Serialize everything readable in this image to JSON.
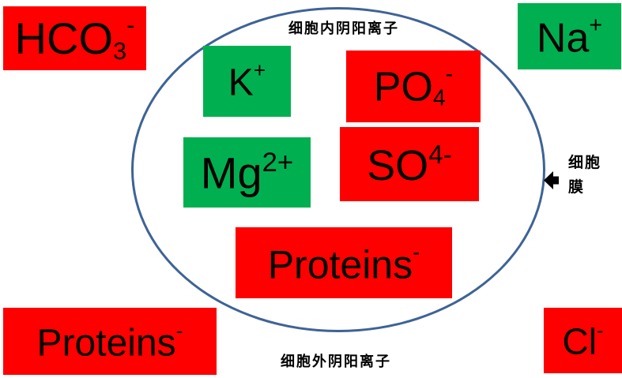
{
  "colors": {
    "anion_bg": "#FF0000",
    "cation_bg": "#00B050",
    "membrane_stroke": "#3E6396",
    "label_text": "#000000"
  },
  "titles": {
    "intracellular": "细胞内阴阳离子",
    "extracellular": "细胞外阴阳离子",
    "membrane_line1": "细胞",
    "membrane_line2": "膜"
  },
  "ions": {
    "hco3": {
      "base": "HCO",
      "sub": "3",
      "sup": "-"
    },
    "na": {
      "base": "Na",
      "sup": "+"
    },
    "k": {
      "base": "K",
      "sup": "+"
    },
    "po4": {
      "base": "PO",
      "sub": "4",
      "sup": "-"
    },
    "mg": {
      "base": "Mg",
      "sup": "2+"
    },
    "so4": {
      "base": "SO",
      "sup": "4-"
    },
    "proteins_intracellular": {
      "base": "Proteins",
      "sup": "-"
    },
    "proteins_extracellular": {
      "base": "Proteins",
      "sup": "-"
    },
    "cl": {
      "base": "Cl",
      "sup": "-"
    }
  },
  "icons": {
    "membrane_arrow": "left-block-arrow"
  }
}
